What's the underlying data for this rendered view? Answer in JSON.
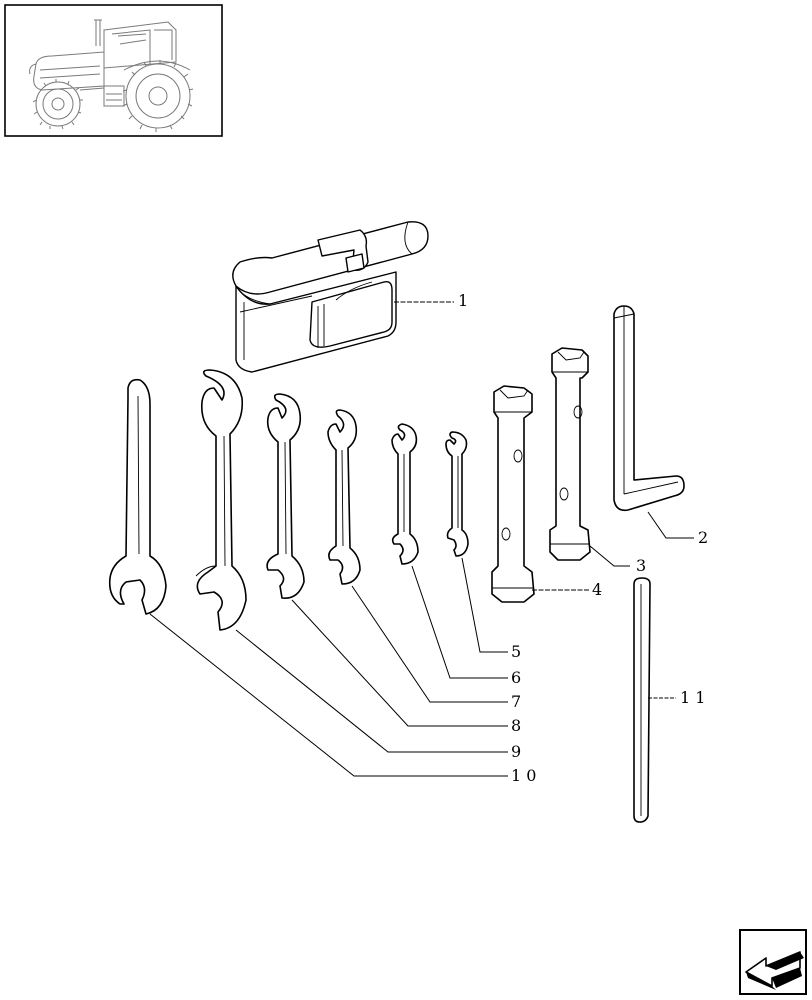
{
  "thumbnail": {
    "icon": "tractor-icon"
  },
  "nav": {
    "icon": "arrow-back-icon"
  },
  "callouts": [
    {
      "id": "1",
      "label": "1"
    },
    {
      "id": "2",
      "label": "2"
    },
    {
      "id": "3",
      "label": "3"
    },
    {
      "id": "4",
      "label": "4"
    },
    {
      "id": "5",
      "label": "5"
    },
    {
      "id": "6",
      "label": "6"
    },
    {
      "id": "7",
      "label": "7"
    },
    {
      "id": "8",
      "label": "8"
    },
    {
      "id": "9",
      "label": "9"
    },
    {
      "id": "10",
      "label": "1 0"
    },
    {
      "id": "11",
      "label": "1 1"
    }
  ]
}
